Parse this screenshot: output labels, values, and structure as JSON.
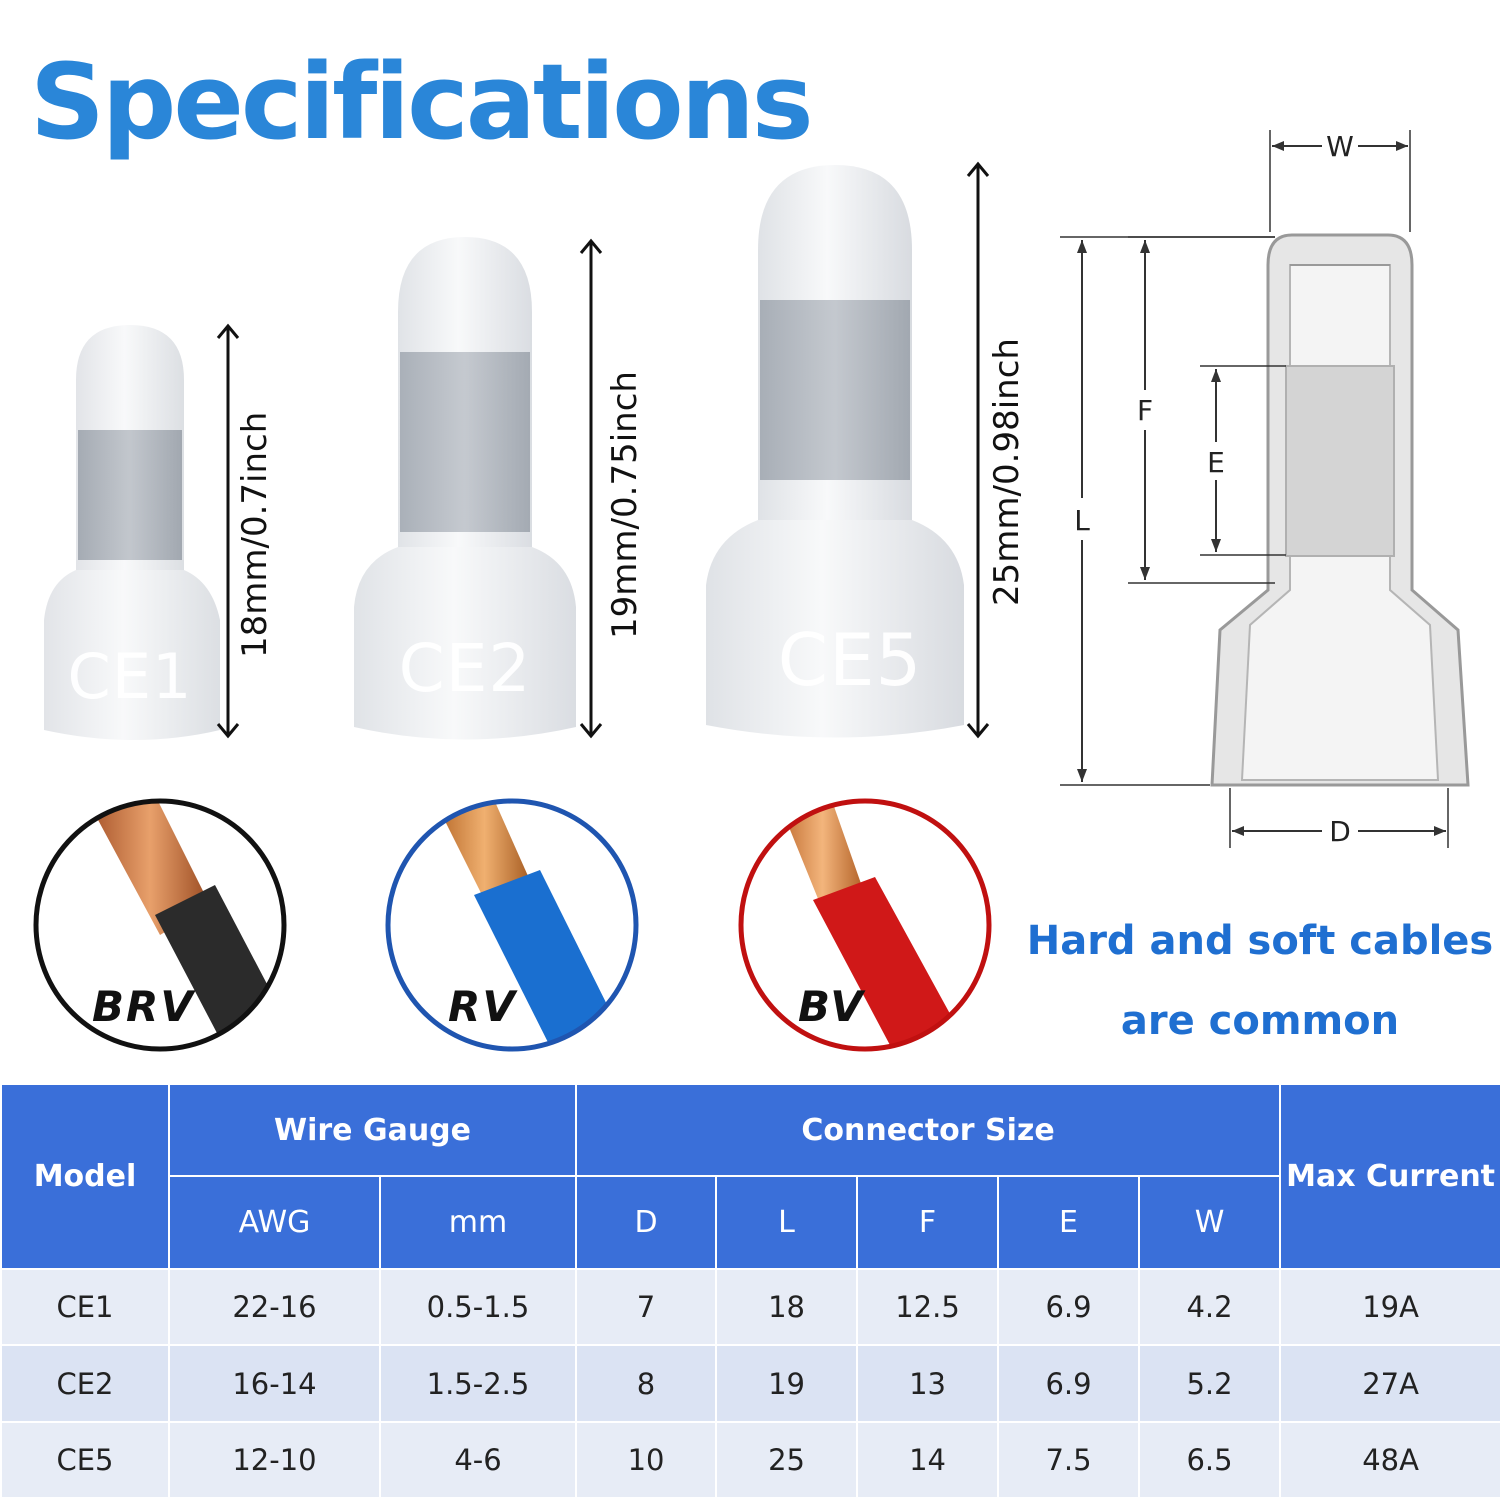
{
  "title": "Specifications",
  "connectors": [
    {
      "label": "CE1",
      "dimension": "18mm/0.7inch"
    },
    {
      "label": "CE2",
      "dimension": "19mm/0.75inch"
    },
    {
      "label": "CE5",
      "dimension": "25mm/0.98inch"
    }
  ],
  "diagram": {
    "labels": [
      "W",
      "F",
      "E",
      "L",
      "D"
    ]
  },
  "cables": [
    {
      "label": "BRV",
      "color": "#2b2b2b"
    },
    {
      "label": "RV",
      "color": "#1a6fd0"
    },
    {
      "label": "BV",
      "color": "#d01818"
    }
  ],
  "note": {
    "line1": "Hard and soft cables",
    "line2": "are common"
  },
  "table": {
    "header": {
      "model": "Model",
      "wire_gauge": "Wire Gauge",
      "connector_size": "Connector Size",
      "max_current": "Max Current",
      "awg": "AWG",
      "mm": "mm",
      "d": "D",
      "l": "L",
      "f": "F",
      "e": "E",
      "w": "W"
    },
    "rows": [
      {
        "model": "CE1",
        "awg": "22-16",
        "mm": "0.5-1.5",
        "d": "7",
        "l": "18",
        "f": "12.5",
        "e": "6.9",
        "w": "4.2",
        "current": "19A"
      },
      {
        "model": "CE2",
        "awg": "16-14",
        "mm": "1.5-2.5",
        "d": "8",
        "l": "19",
        "f": "13",
        "e": "6.9",
        "w": "5.2",
        "current": "27A"
      },
      {
        "model": "CE5",
        "awg": "12-10",
        "mm": "4-6",
        "d": "10",
        "l": "25",
        "f": "14",
        "e": "7.5",
        "w": "6.5",
        "current": "48A"
      }
    ]
  }
}
